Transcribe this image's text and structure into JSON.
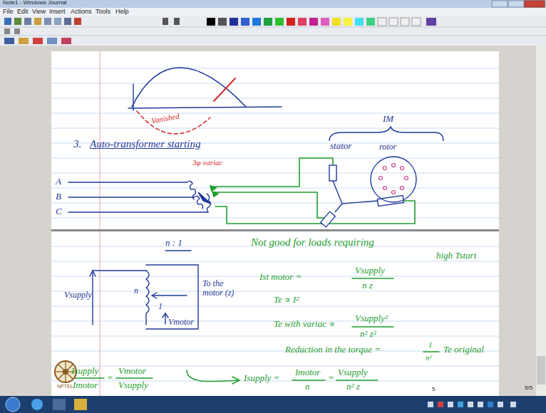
{
  "diagram": {
    "labels": [
      "Note1 - Windows Journal",
      "File",
      "Edit",
      "View",
      "Insert",
      "Actions",
      "Tools",
      "Help",
      "Vanished",
      "3.",
      "Auto-transformer starting",
      "3φ variac",
      "A",
      "B",
      "C",
      "IM",
      "stator",
      "rotor",
      "n : 1",
      "Vsupply",
      "n",
      "1",
      "Vmotor",
      "To the motor (z)",
      "Not good for loads requiring",
      "high Tstart",
      "Ist motor =",
      "Vsupply",
      "n z",
      "Te ∝ I²",
      "Te with variac ∝",
      "Vsupply²",
      "n² z²",
      "Reduction in the torque =",
      "1",
      "n²",
      "Te original",
      "Isupply",
      "Imotor",
      "=",
      "Vmotor",
      "Vsupply",
      "Isupply =",
      "Imotor",
      "n",
      "=",
      "Vsupply",
      "n² z",
      "5",
      "5/5",
      "NPTEL"
    ]
  }
}
